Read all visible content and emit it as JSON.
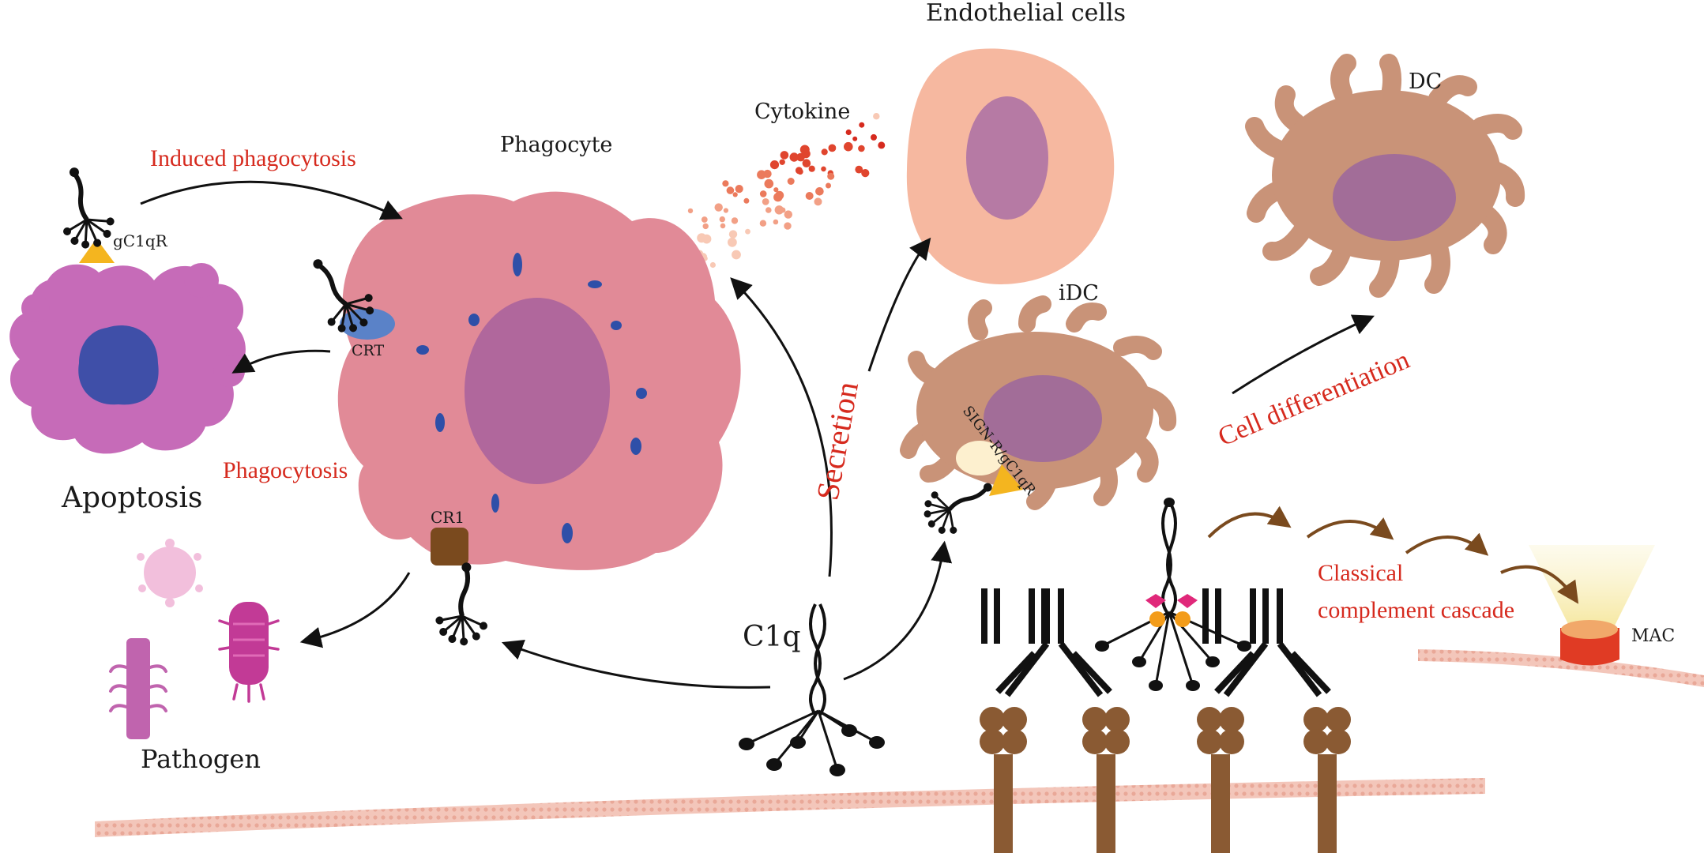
{
  "labels": {
    "endothelial": "Endothelial cells",
    "cytokine": "Cytokine",
    "phagocyte": "Phagocyte",
    "induced_phagocytosis": "Induced phagocytosis",
    "gc1qr": "gC1qR",
    "crt": "CRT",
    "apoptosis": "Apoptosis",
    "phagocytosis": "Phagocytosis",
    "cr1": "CR1",
    "pathogen": "Pathogen",
    "secretion": "Secretion",
    "c1q": "C1q",
    "dc": "DC",
    "idc": "iDC",
    "sign_r": "SIGN-R/gC1qR",
    "cell_differentiation": "Cell differentiation",
    "classical_1": "Classical",
    "classical_2": "complement cascade",
    "mac": "MAC"
  },
  "colors": {
    "label_red": "#d62a1e",
    "phagocyte": "#e18a97",
    "nucleus": "#b0679c",
    "apoptotic": "#c66bb8",
    "dc_cell": "#c99378",
    "endothelial": "#f6b8a0",
    "antibody": "#8a5a33",
    "membrane": "#f3c6ba"
  }
}
